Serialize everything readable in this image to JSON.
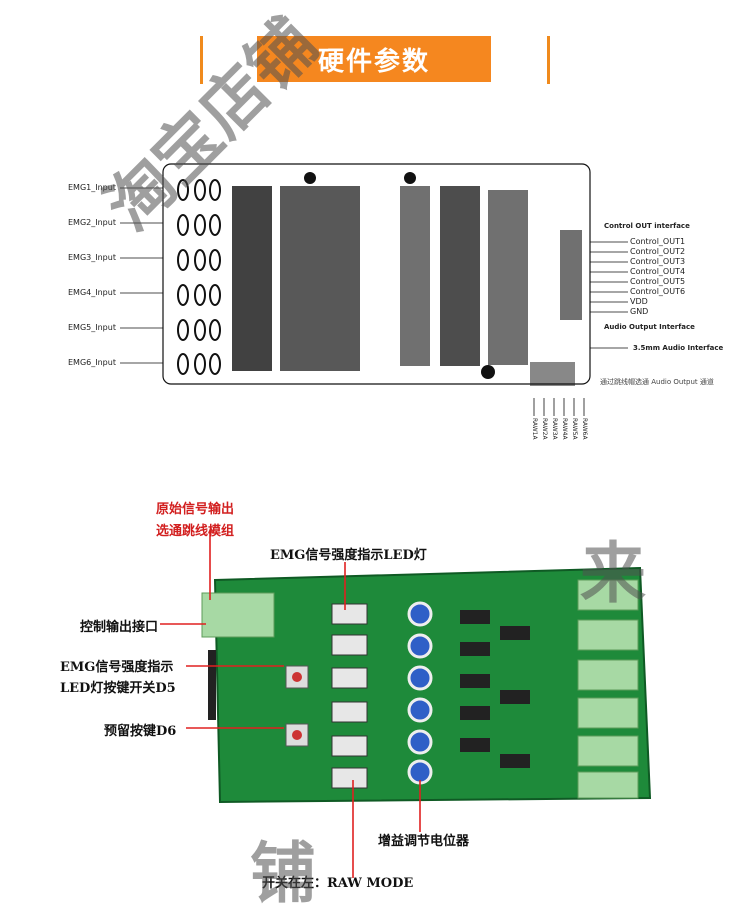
{
  "header": {
    "title": "硬件参数"
  },
  "board1": {
    "emg_inputs": [
      "EMG1_Input",
      "EMG2_Input",
      "EMG3_Input",
      "EMG4_Input",
      "EMG5_Input",
      "EMG6_Input"
    ],
    "control_out_title": "Control OUT interface",
    "control_outs": [
      "Control_OUT1",
      "Control_OUT2",
      "Control_OUT3",
      "Control_OUT4",
      "Control_OUT5",
      "Control_OUT6",
      "VDD",
      "GND"
    ],
    "audio_title": "Audio Output Interface",
    "audio_jack": "3.5mm Audio Interface",
    "note": "通过跳线帽选通 Audio Output 通道",
    "raw_labels": [
      "RAW1A",
      "RAW2A",
      "RAW3A",
      "RAW4A",
      "RAW5A",
      "RAW6A"
    ]
  },
  "board2": {
    "ann_raw_select_1": "原始信号输出",
    "ann_raw_select_2": "选通跳线模组",
    "ann_led": "EMG信号强度指示LED灯",
    "ann_control_out": "控制输出接口",
    "ann_d5_1": "EMG信号强度指示",
    "ann_d5_2": "LED灯按键开关D5",
    "ann_d6": "预留按键D6",
    "ann_gain": "增益调节电位器",
    "ann_switch": "开关在左：RAW MODE"
  },
  "watermark": {
    "text": "淘宝店铺",
    "text2": "铺",
    "text3": "来"
  },
  "colors": {
    "accent": "#f5871f",
    "pcb": "#1e8a3a",
    "annotation_red": "#d21f1f"
  }
}
